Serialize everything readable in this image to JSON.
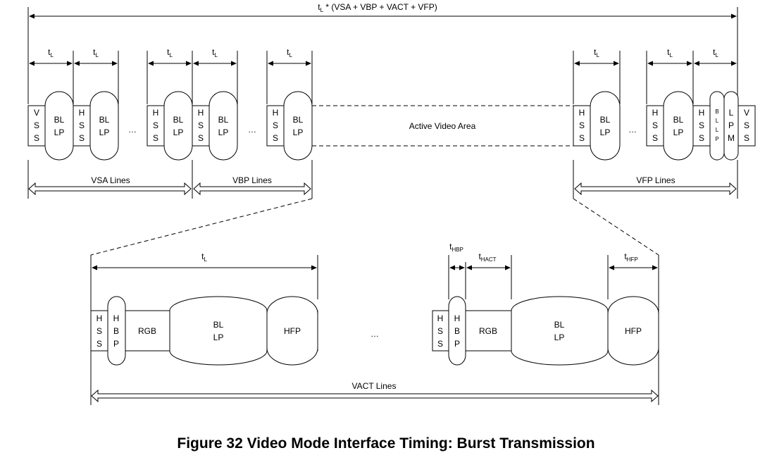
{
  "formula": {
    "t": "t",
    "sub": "L",
    "rest": " * (VSA + VBP + VACT + VFP)"
  },
  "tl": {
    "t": "t",
    "sub": "L"
  },
  "labels": {
    "vss": [
      "V",
      "S",
      "S"
    ],
    "hss": [
      "H",
      "S",
      "S"
    ],
    "hbp": [
      "H",
      "B",
      "P"
    ],
    "bllp": [
      "BL",
      "LP"
    ],
    "bllp_small": [
      "B",
      "L",
      "L",
      "P"
    ],
    "lpm": [
      "L",
      "P",
      "M"
    ],
    "rgb": "RGB",
    "hfp": "HFP",
    "ellipsis": "…",
    "active_video": "Active Video Area"
  },
  "spans": {
    "vsa": "VSA Lines",
    "vbp": "VBP Lines",
    "vfp": "VFP Lines",
    "vact": "VACT Lines"
  },
  "timing": {
    "hbp": {
      "t": "t",
      "sub": "HBP"
    },
    "hact": {
      "t": "t",
      "sub": "HACT"
    },
    "hfp": {
      "t": "t",
      "sub": "HFP"
    }
  },
  "caption": "Figure 32 Video Mode Interface Timing: Burst Transmission"
}
